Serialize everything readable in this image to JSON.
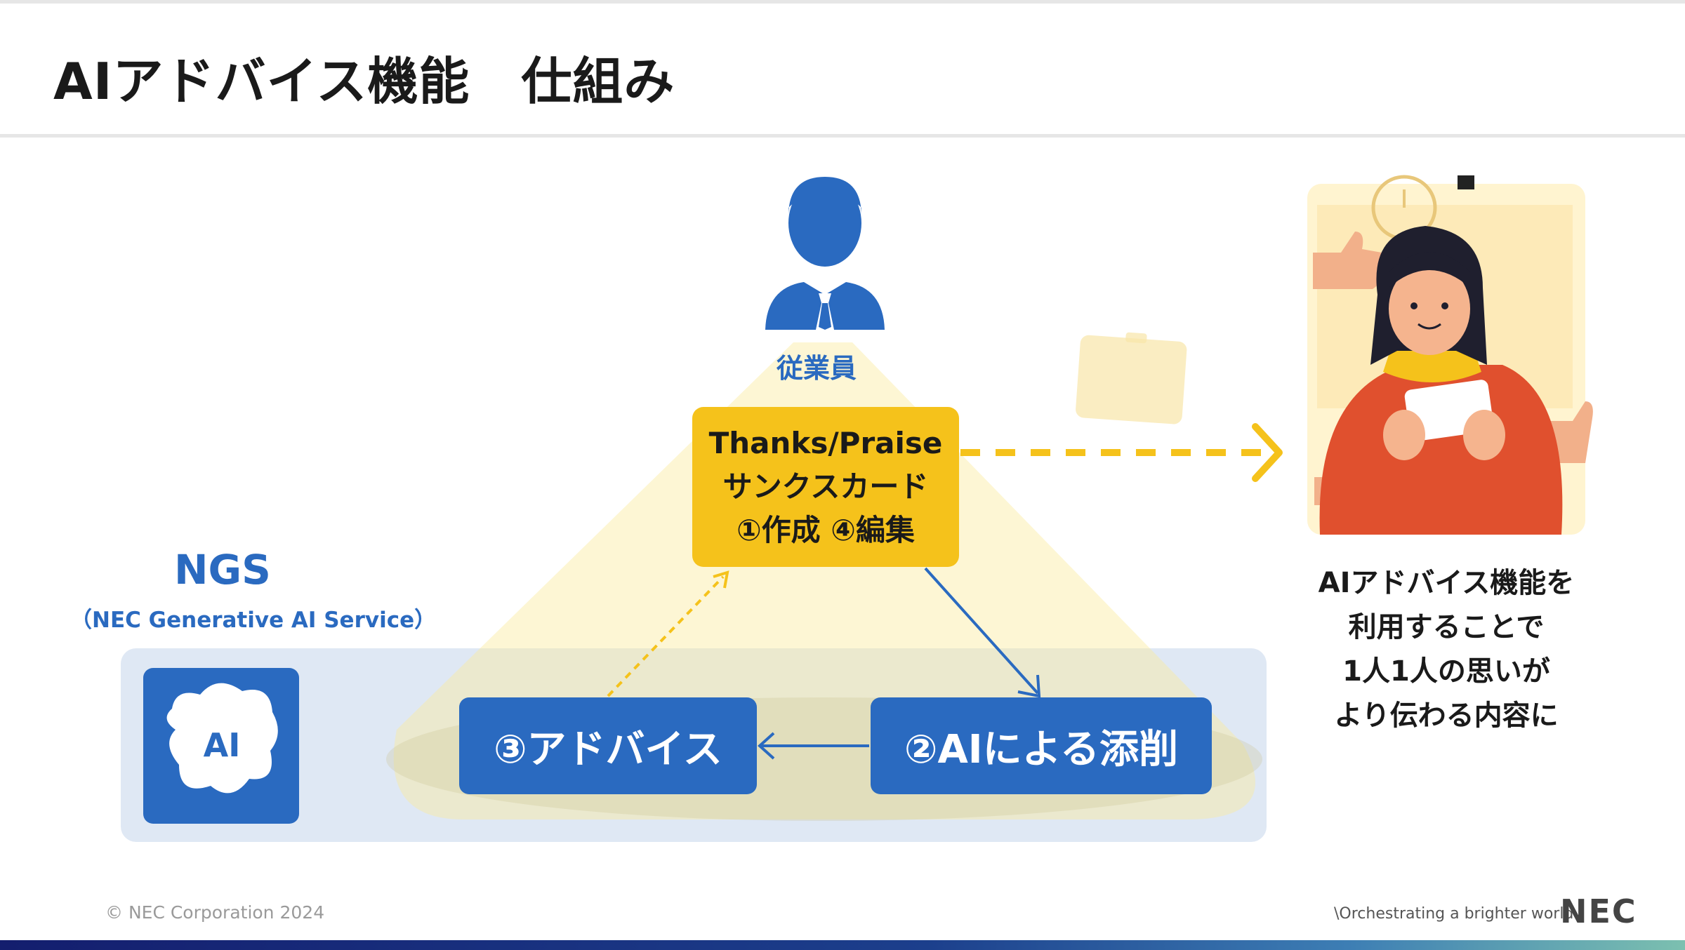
{
  "title": "AIアドバイス機能　仕組み",
  "employee_label": "従業員",
  "ngs": {
    "title": "NGS",
    "subtitle": "（NEC Generative AI Service）",
    "icon_text": "AI"
  },
  "card": {
    "line1": "Thanks/Praise",
    "line2": "サンクスカード",
    "line3": "①作成 ④編集"
  },
  "steps": {
    "correction": "②AIによる添削",
    "advice": "③アドバイス"
  },
  "result_lines": [
    "AIアドバイス機能を",
    "利用することで",
    "1人1人の思いが",
    "より伝わる内容に"
  ],
  "footer": {
    "copyright": "© NEC Corporation 2024",
    "tagline": "\\Orchestrating a brighter world",
    "logo": "NEC"
  },
  "colors": {
    "brand_blue": "#2a6ac0",
    "card_yellow": "#f5c21b",
    "light_blue_panel": "#dfe8f4",
    "beam_yellow": "#fdf3c8"
  }
}
